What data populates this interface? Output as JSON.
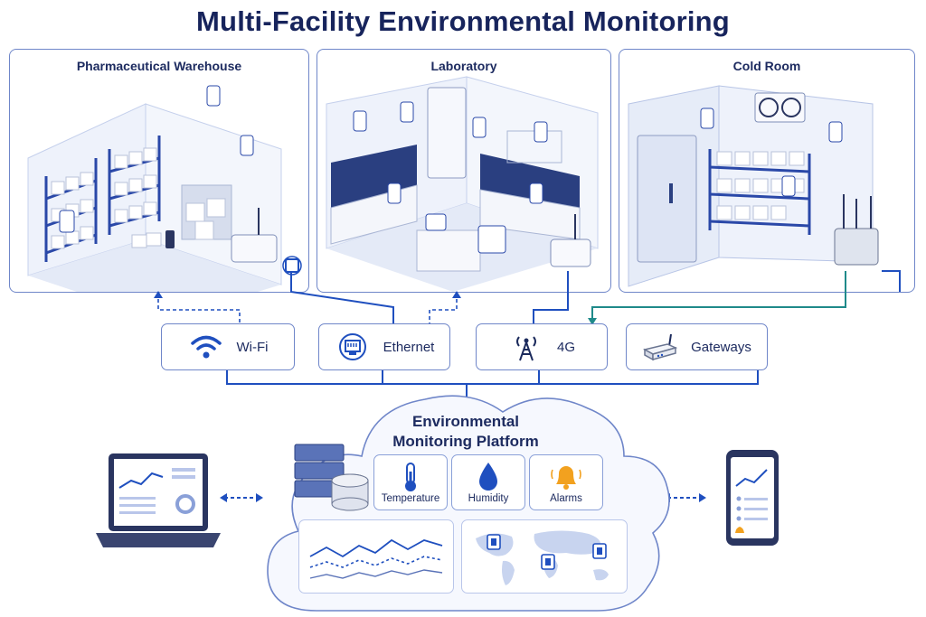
{
  "title": "Multi-Facility Environmental Monitoring",
  "facilities": [
    {
      "name": "Pharmaceutical Warehouse"
    },
    {
      "name": "Laboratory"
    },
    {
      "name": "Cold Room"
    }
  ],
  "connectivity": [
    {
      "label": "Wi-Fi",
      "icon": "wifi-icon"
    },
    {
      "label": "Ethernet",
      "icon": "ethernet-port-icon"
    },
    {
      "label": "4G",
      "icon": "cell-tower-icon"
    },
    {
      "label": "Gateways",
      "icon": "gateway-router-icon"
    }
  ],
  "platform": {
    "title_line1": "Environmental",
    "title_line2": "Monitoring Platform",
    "tiles": [
      {
        "label": "Temperature",
        "icon": "thermometer-icon"
      },
      {
        "label": "Humidity",
        "icon": "water-drop-icon"
      },
      {
        "label": "Alarms",
        "icon": "bell-icon"
      }
    ]
  },
  "colors": {
    "primary": "#1f4fbf",
    "title": "#17245c",
    "panel_border": "#6f86c9",
    "cellular_line": "#1f8a8a",
    "alarm": "#f2a11f"
  }
}
